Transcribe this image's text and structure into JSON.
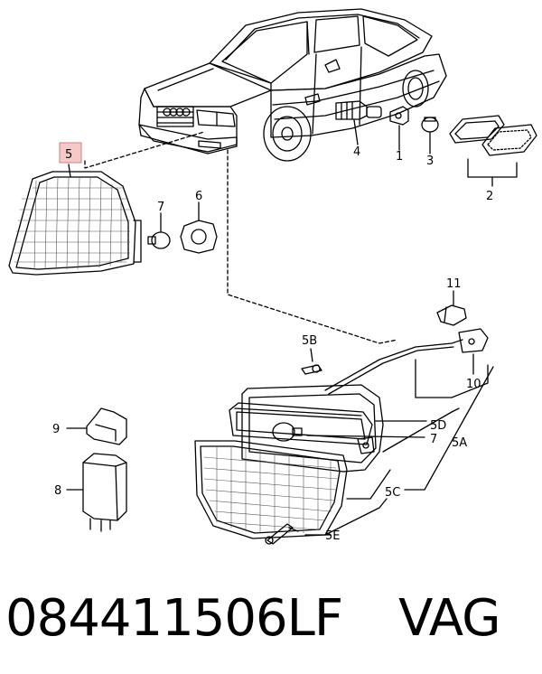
{
  "labels": {
    "car_top_4": "4",
    "car_top_1": "1",
    "car_top_3": "3",
    "car_top_2": "2",
    "p5": "5",
    "p7_top": "7",
    "p6": "6",
    "p11": "11",
    "p5B": "5B",
    "p10": "10",
    "p9": "9",
    "p5D": "5D",
    "p7_lamp": "7",
    "p5A": "5A",
    "p8": "8",
    "p5C": "5C",
    "p5E": "5E"
  },
  "caption": {
    "part_number": "084411506LF",
    "brand": "VAG"
  },
  "colors": {
    "line": "#000000",
    "highlight_fill": "#f6c9c9",
    "highlight_stroke": "#d08080",
    "background": "#ffffff"
  }
}
